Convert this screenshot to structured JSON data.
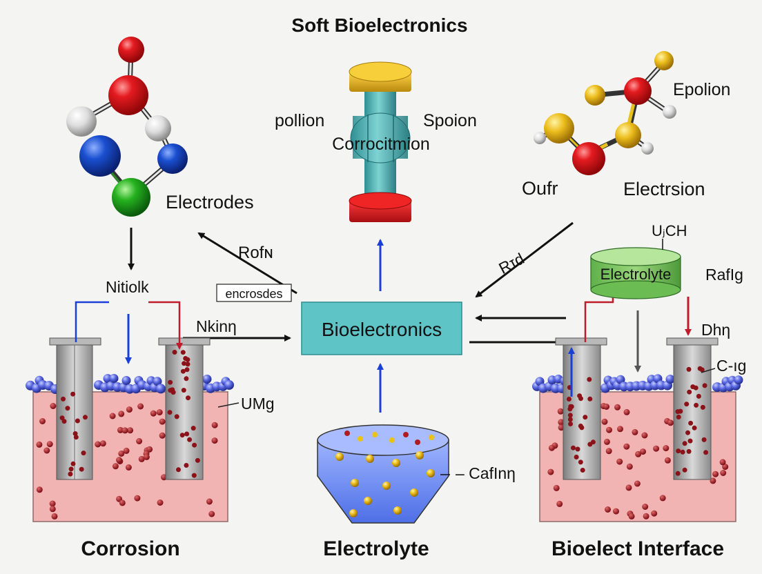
{
  "title": "Soft Bioelectronics",
  "center_box": "Bioelectronics",
  "molecule_left": {
    "label": "Electrodes"
  },
  "cylinder_top": {
    "left_label": "pollion",
    "right_label": "Spoion",
    "middle_label": "Corrocitmion"
  },
  "molecule_right": {
    "top_label": "Epolion",
    "left_label": "Oufr",
    "right_label": "Electrsion"
  },
  "left_panel": {
    "top_label": "Nitiolk",
    "side_label": "UMg",
    "arrow_label": "Nkinη",
    "caption": "Corrosion"
  },
  "arrow_labels": {
    "upper_left": "Rofɴ",
    "box_label": "encrosdes",
    "upper_right": "Rɪd"
  },
  "electrolyte_bowl": {
    "side_label": "– CafInη",
    "caption": "Electrolyte"
  },
  "right_panel": {
    "cylinder_label": "Electrolyte",
    "cylinder_top_label": "UⱼCH",
    "cylinder_side_label": "RafIg",
    "label_dh": "Dhη",
    "label_c": "C-ıg",
    "caption": "Bioelect Interface"
  },
  "colors": {
    "oxygen": "#d8141a",
    "nitrogen": "#1647c8",
    "carbon_green": "#22a81f",
    "hydrogen": "#dcdcdc",
    "sulfur": "#e9b81b",
    "box_fill": "#5ec4c6",
    "tissue": "#f2b3b3",
    "electrolyte_blue": "#6e8ef0",
    "arrow_blue": "#1a3fd6",
    "arrow_red": "#c01a2b"
  }
}
